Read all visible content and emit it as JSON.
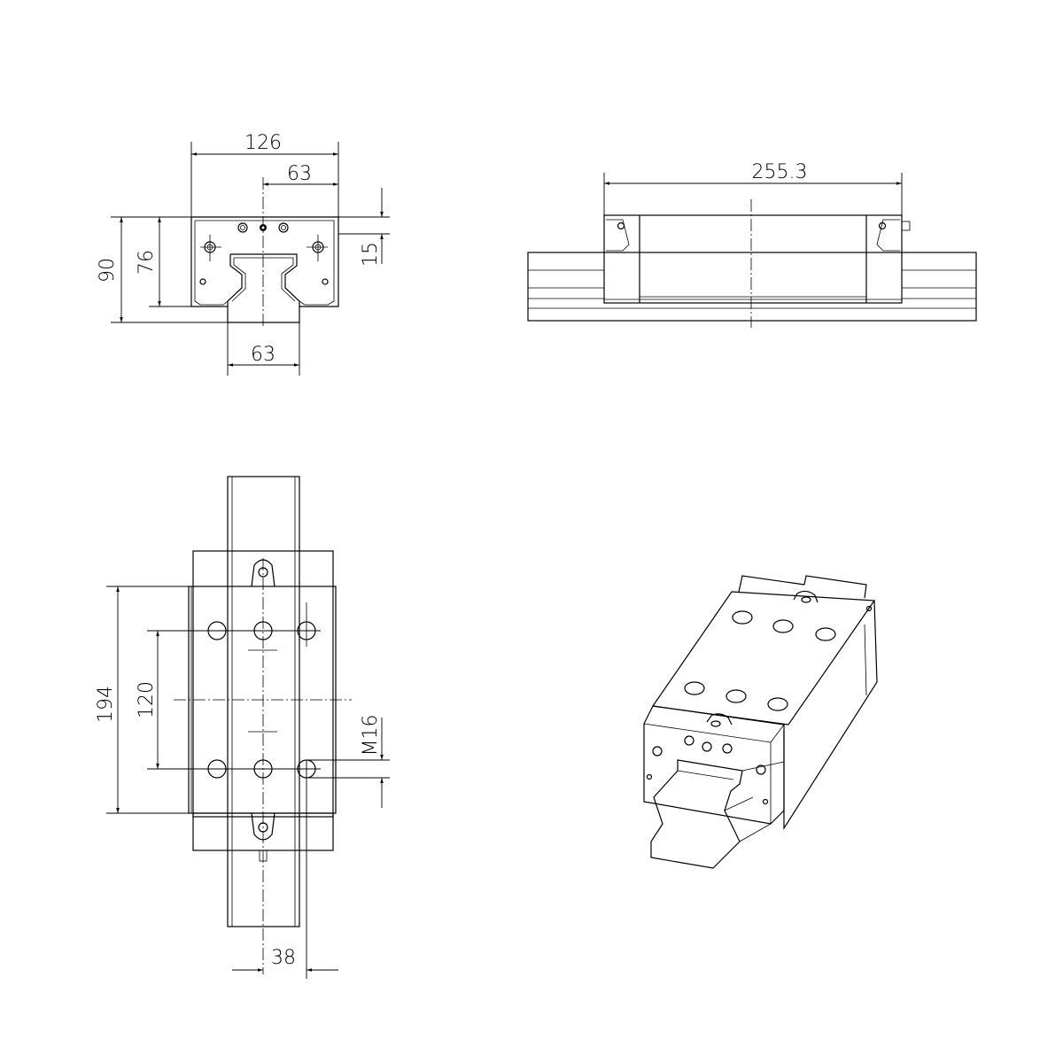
{
  "drawing": {
    "line_color": "#000000",
    "background": "#ffffff",
    "front_view": {
      "dimensions": {
        "overall_width": "126",
        "half_width": "63",
        "overall_height": "90",
        "block_height": "76",
        "top_offset": "15",
        "rail_width": "63"
      }
    },
    "side_view": {
      "dimensions": {
        "block_length": "255.3"
      }
    },
    "top_view": {
      "dimensions": {
        "body_length": "194",
        "hole_spacing": "120",
        "thread": "M16",
        "hole_offset": "38"
      }
    },
    "isometric_view": {}
  }
}
